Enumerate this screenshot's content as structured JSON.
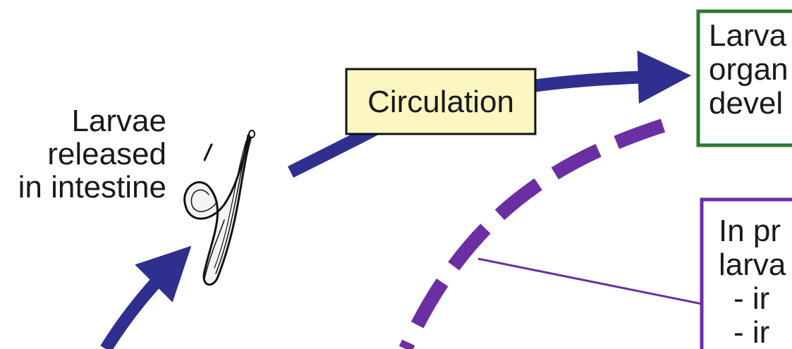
{
  "labels": {
    "larvae_released": [
      "Larvae",
      "released",
      "in intestine"
    ],
    "circulation": "Circulation",
    "box_top_lines": [
      "Larva",
      "organ",
      "devel"
    ],
    "box_bottom_lines": [
      "In pr",
      "larva",
      "- ir",
      "- ir"
    ]
  },
  "colors": {
    "arrow": "#2e2f8f",
    "dashed_path": "#6b2fa3",
    "circulation_fill": "#fbf6c2",
    "box_top_border": "#2f7a2f",
    "box_bottom_border": "#6b2fa3",
    "text": "#1a1a1a"
  },
  "icons": {
    "worm": "coiled-larva-icon"
  }
}
